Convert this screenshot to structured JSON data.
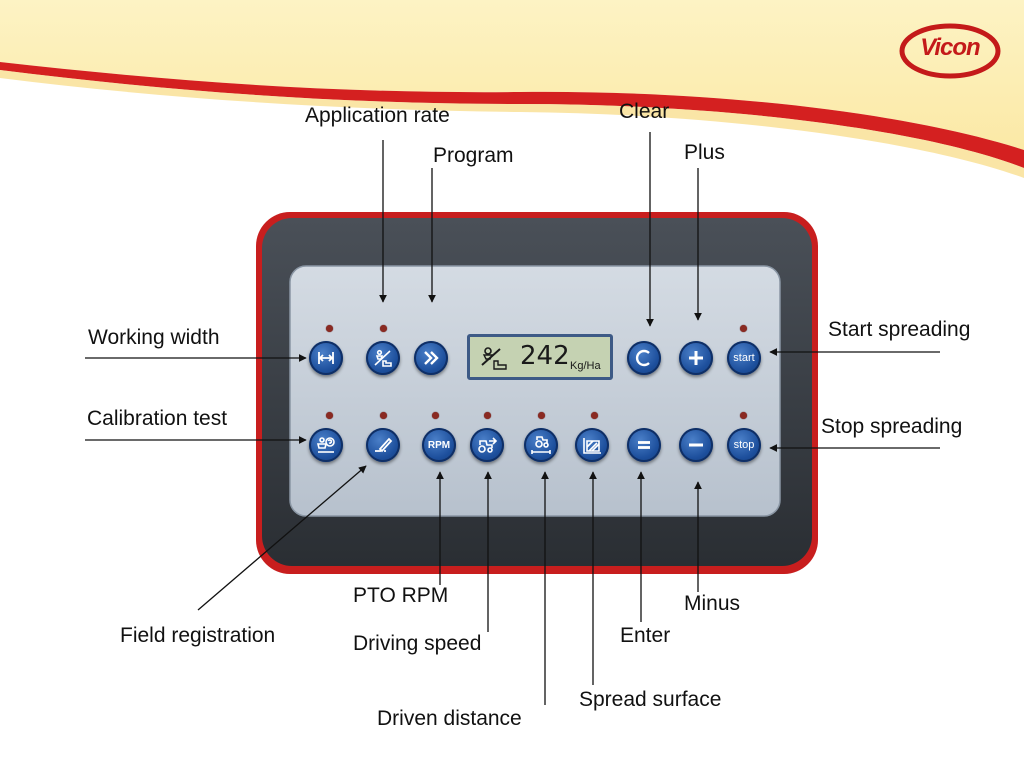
{
  "logo": {
    "brand": "Vicon"
  },
  "display": {
    "value": "242",
    "unit": "Kg/Ha"
  },
  "labels": {
    "application_rate": "Application rate",
    "program": "Program",
    "clear": "Clear",
    "plus": "Plus",
    "working_width": "Working width",
    "start_spreading": "Start spreading",
    "calibration_test": "Calibration test",
    "stop_spreading": "Stop spreading",
    "pto_rpm": "PTO RPM",
    "minus": "Minus",
    "field_registration": "Field registration",
    "enter": "Enter",
    "driving_speed": "Driving speed",
    "spread_surface": "Spread surface",
    "driven_distance": "Driven distance"
  },
  "buttons": {
    "start": "start",
    "stop": "stop",
    "rpm": "RPM"
  },
  "colors": {
    "button": "#1d4f9c",
    "panel_bezel": "#3a3f45",
    "panel_face": "#c2cbd6",
    "red_frame": "#c81e1e",
    "led": "#8a2a22",
    "lcd": "#c5d2b2"
  }
}
